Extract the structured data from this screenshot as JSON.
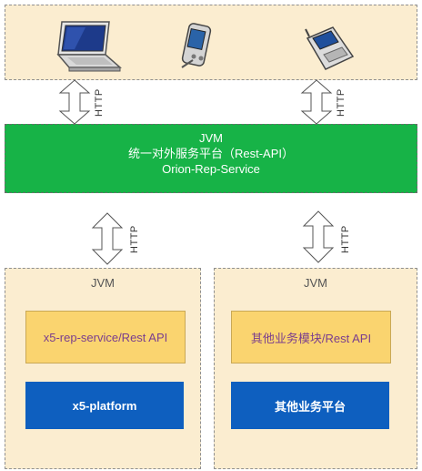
{
  "client_tier": {
    "devices": [
      "laptop-icon",
      "pda-icon",
      "mobile-phone-icon"
    ]
  },
  "service": {
    "line1": "JVM",
    "line2": "统一对外服务平台（Rest-API）",
    "line3": "Orion-Rep-Service"
  },
  "connections": {
    "top_left": "HTTP",
    "top_right": "HTTP",
    "bottom_left": "HTTP",
    "bottom_right": "HTTP"
  },
  "jvm_left": {
    "label": "JVM",
    "rest_api": "x5-rep-service/Rest API",
    "platform": "x5-platform"
  },
  "jvm_right": {
    "label": "JVM",
    "rest_api": "其他业务模块/Rest API",
    "platform": "其他业务平台"
  },
  "colors": {
    "tier_background": "#fbedd0",
    "service_green": "#17b347",
    "rest_yellow": "#fad46f",
    "platform_blue": "#0e5fbf"
  }
}
